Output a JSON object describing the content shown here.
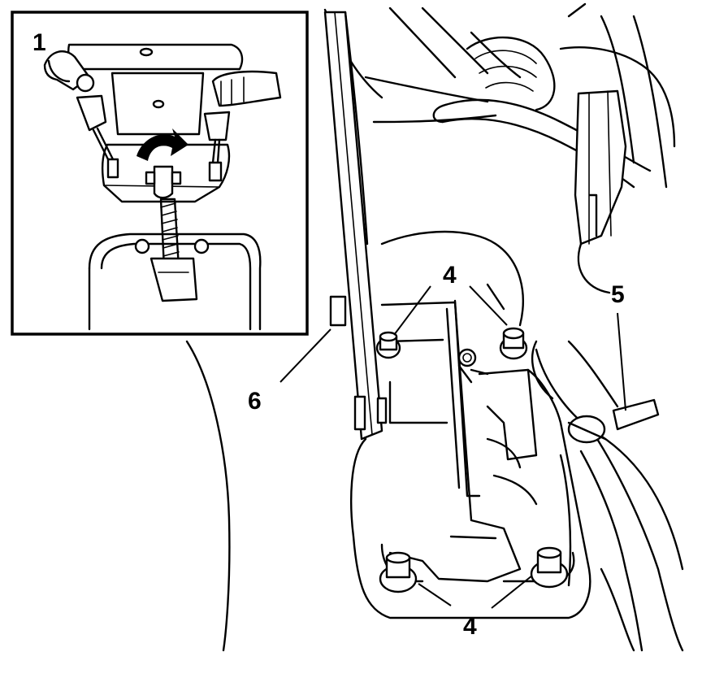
{
  "callouts": {
    "c1": "1",
    "c4_top_left": "4",
    "c4_bottom": "4",
    "c5": "5",
    "c6": "6"
  }
}
